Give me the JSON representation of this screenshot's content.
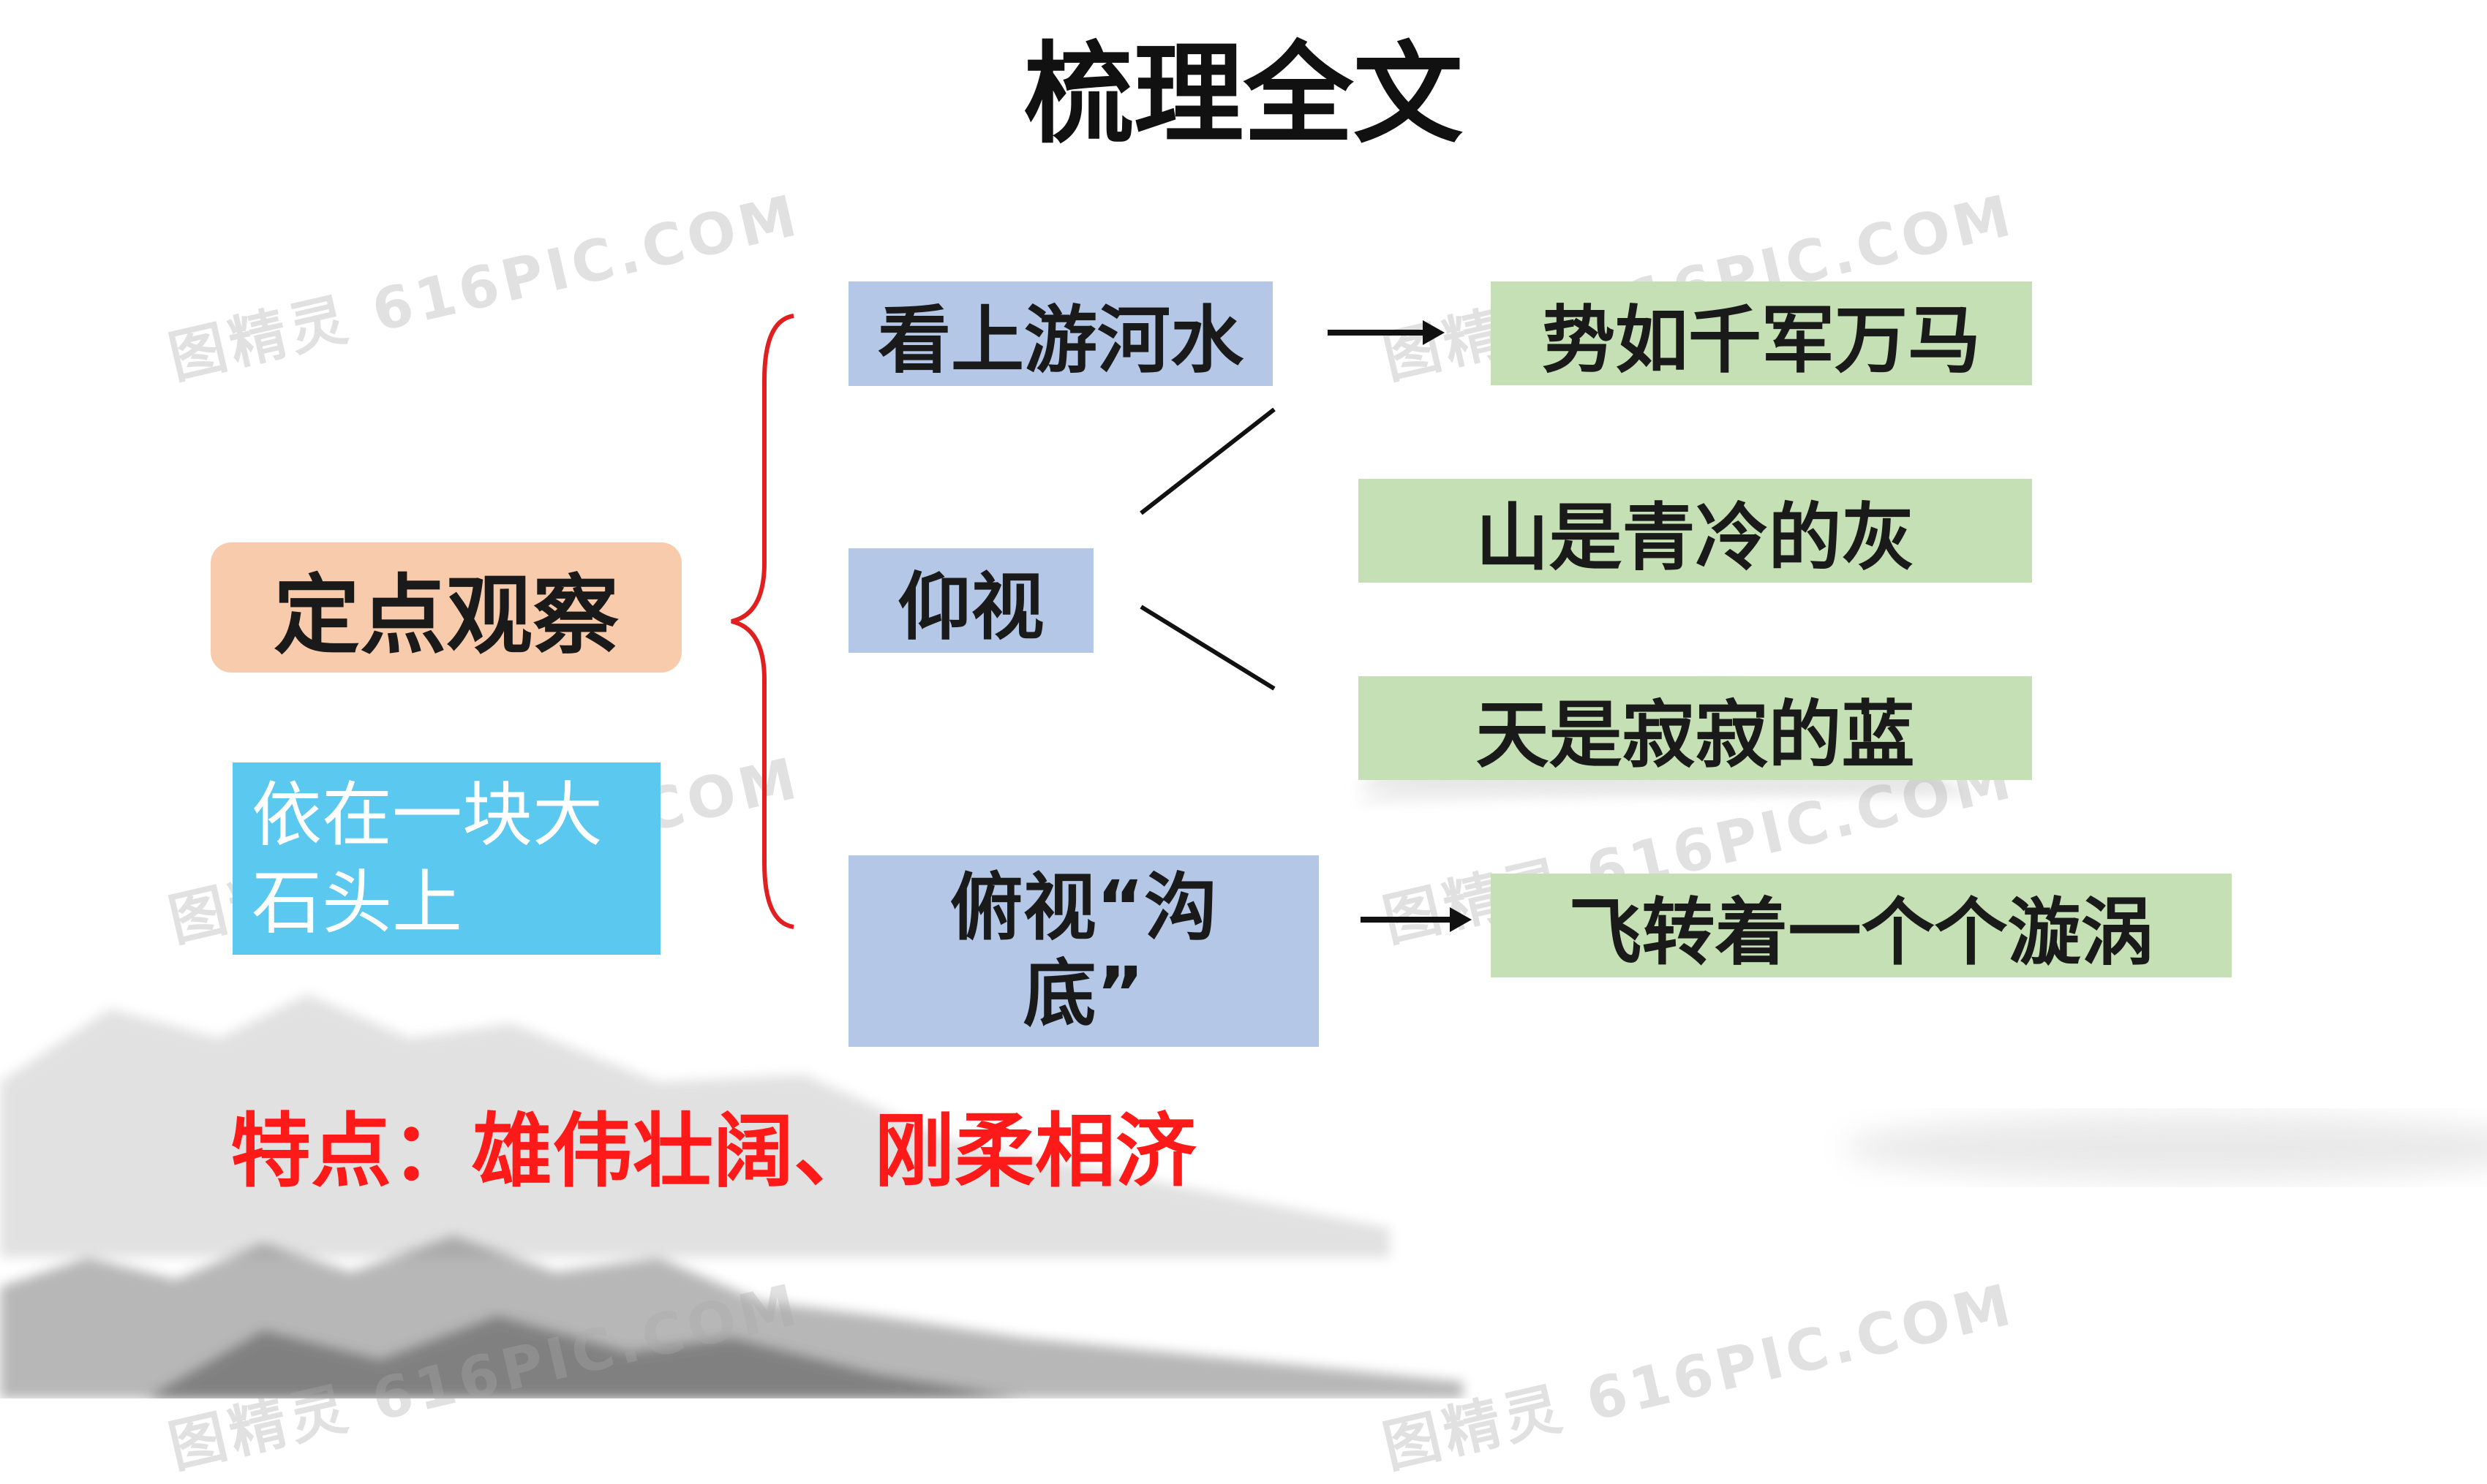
{
  "title": "梳理全文",
  "main_node": "定点观察",
  "position_note": "依在一块大石头上",
  "branches": [
    {
      "label": "看上游河水",
      "results": [
        "势如千军万马"
      ]
    },
    {
      "label": "仰视",
      "results": [
        "山是青冷的灰",
        "天是寂寂的蓝"
      ]
    },
    {
      "label": "俯视“沟底”",
      "results": [
        "飞转着一个个漩涡"
      ]
    }
  ],
  "feature": "特点：雄伟壮阔、刚柔相济",
  "watermark": "图精灵 616PIC.COM",
  "colors": {
    "main_node_bg": "#f8cbad",
    "note_bg": "#5bc8ef",
    "branch_bg": "#b4c7e7",
    "result_bg": "#c5e0b4",
    "bracket": "#e02020",
    "feature_text": "#ff1a1a"
  }
}
